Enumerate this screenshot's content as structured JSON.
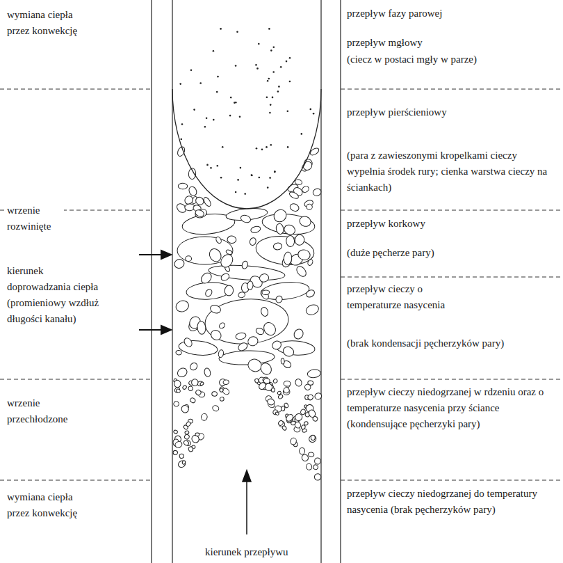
{
  "diagram": {
    "labels": [
      "wymiana ciepła przez konwekcję",
      "wrzenie rozwinięte",
      "kierunek doprowadzania ciepła (promieniowy wzdłuż długości kanału)",
      "wrzenie przechłodzone",
      "wymiana ciepła przez konwekcję",
      "przepływ fazy parowej",
      "przepływ mgłowy",
      "(ciecz w postaci mgły w parze)",
      "przepływ pierścieniowy",
      "(para z zawieszonymi kropelkami cieczy wypełnia środek rury; cienka warstwa cieczy na ściankach)",
      "przepływ korkowy",
      "(duże pęcherze pary)",
      "przepływ cieczy o temperaturze nasycenia",
      "(brak kondensacji pęcherzyków pary)",
      "przepływ cieczy niedogrzanej w rdzeniu oraz o temperaturze nasycenia przy ściance (kondensujące pęcherzyki pary)",
      "przepływ cieczy niedogrzanej do temperatury nasycenia (brak pęcherzyków pary)",
      "kierunek przepływu"
    ]
  }
}
